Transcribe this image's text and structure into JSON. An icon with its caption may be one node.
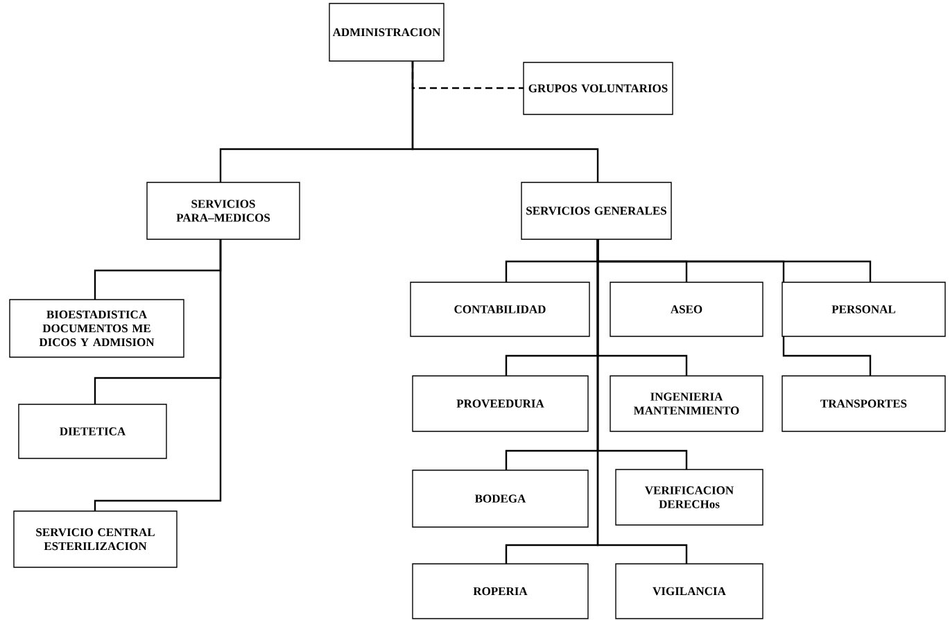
{
  "diagram": {
    "nodes": [
      {
        "text": [
          "ADMINISTRACION"
        ]
      },
      {
        "text": [
          "GRUPOS VOLUNTARIOS"
        ]
      },
      {
        "text": [
          "SERVICIOS PARA–MEDICOS"
        ]
      },
      {
        "text": [
          "SERVICIOS GENERALES"
        ]
      },
      {
        "text": [
          "BIOESTADISTICA DOCUMENTOS ME DICOS Y ADMISION"
        ]
      },
      {
        "text": [
          "DIETETICA"
        ]
      },
      {
        "text": [
          "SERVICIO CENTRAL ESTERILIZACION"
        ]
      },
      {
        "text": [
          "CONTABILIDAD"
        ]
      },
      {
        "text": [
          "ASEO"
        ]
      },
      {
        "text": [
          "PERSONAL"
        ]
      },
      {
        "text": [
          "PROVEEDURIA"
        ]
      },
      {
        "text": [
          "INGENIERIA MANTENIMIENTO"
        ]
      },
      {
        "text": [
          "TRANSPORTES"
        ]
      },
      {
        "text": [
          "BODEGA"
        ]
      },
      {
        "text": [
          "VERIFICACION DERECHos"
        ]
      },
      {
        "text": [
          "ROPERIA"
        ]
      },
      {
        "text": [
          "VIGILANCIA"
        ]
      }
    ],
    "edges": [
      {
        "from": 0,
        "to": 1,
        "arrow": "none",
        "style": "dashed"
      },
      {
        "from": 0,
        "to": 2,
        "arrow": "none"
      },
      {
        "from": 0,
        "to": 3,
        "arrow": "none"
      },
      {
        "from": 2,
        "to": 4,
        "arrow": "none"
      },
      {
        "from": 2,
        "to": 5,
        "arrow": "none"
      },
      {
        "from": 2,
        "to": 6,
        "arrow": "none"
      },
      {
        "from": 3,
        "to": 7,
        "arrow": "none"
      },
      {
        "from": 3,
        "to": 8,
        "arrow": "none"
      },
      {
        "from": 3,
        "to": 9,
        "arrow": "none"
      },
      {
        "from": 3,
        "to": 10,
        "arrow": "none"
      },
      {
        "from": 3,
        "to": 11,
        "arrow": "none"
      },
      {
        "from": 3,
        "to": 12,
        "arrow": "none"
      },
      {
        "from": 3,
        "to": 13,
        "arrow": "none"
      },
      {
        "from": 3,
        "to": 14,
        "arrow": "none"
      },
      {
        "from": 3,
        "to": 15,
        "arrow": "none"
      },
      {
        "from": 3,
        "to": 16,
        "arrow": "none"
      }
    ]
  }
}
